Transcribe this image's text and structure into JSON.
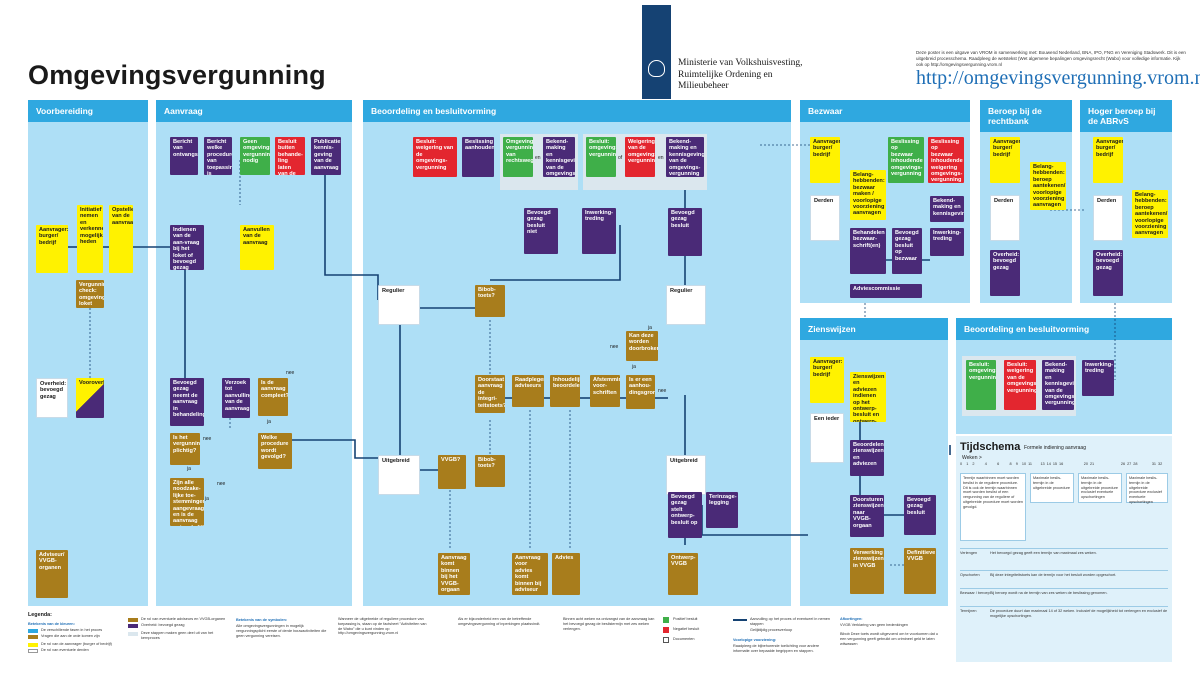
{
  "header": {
    "title": "Omgevingsvergunning",
    "ministry": [
      "Ministerie van Volkshuisvesting,",
      "Ruimtelijke Ordening en",
      "Milieubeheer"
    ],
    "intro": "Deze poster is een uitgave van VROM in samenwerking met: Bouwend Nederland, BNA, IPO, FNG en Vereniging Stadswerk. Dit is een uitgebreid processchema. Raadpleeg de wetstekst (Wet algemene bepalingen omgevingsrecht (Wabo) voor volledige informatie. Kijk ook op http://omgevingsvergunning.vrom.nl",
    "url": "http://omgevingsvergunning.vrom.nl"
  },
  "phases": {
    "voorbereiding": "Voorbereiding",
    "aanvraag": "Aanvraag",
    "beoordeling": "Beoordeling en besluitvorming",
    "bezwaar": "Bezwaar",
    "beroep": "Beroep bij de rechtbank",
    "hoger": "Hoger beroep bij de ABRvS",
    "zienswijzen": "Zienswijzen",
    "beoordeling2": "Beoordeling en besluitvorming"
  },
  "voorbereiding": {
    "aanvrager": "Aanvrager: burger/ bedrijf",
    "initiatief": "Initiatief nemen en verkennen mogelijk-heden",
    "opstellen": "Opstellen van de aanvraag",
    "vergunningcheck": "Vergunning check: omgevings-loket online",
    "overheid": "Overheid: bevoegd gezag",
    "vooroverleg": "Vooroverleg",
    "adviseur": "Adviseur/ VVGB-organen"
  },
  "aanvraag": {
    "top": [
      "Bericht van ontvangst",
      "Bericht welke procedure van toepassing is",
      "Geen omgevings-vergunning nodig",
      "Besluit buiten behande-ling laten van de aanvraag",
      "Publicatie: kennis-geving van de aanvraag"
    ],
    "indienen": "Indienen van de aan-vraag bij het loket of bevoegd gezag",
    "aanvullen": "Aanvullen van de aanvraag",
    "bevoegd": "Bevoegd gezag neemt de aanvraag in behandeling",
    "verzoek": "Verzoek tot aanvulling van de aanvraag",
    "compleet": "Is de aanvraag compleet?",
    "plichtig": "Is het vergunning-plichtig?",
    "wordt": "Welke procedure wordt gevolgd?",
    "zijn": "Zijn alle noodzake-lijke toe-stemmingen aangevraagd en is de aanvraag ontvankelijk?"
  },
  "beoordeling": {
    "top": [
      "Besluit: weigering van de omgevings-vergunning",
      "Beslissing aanhouden",
      "Omgevings-vergunning van rechtswege",
      "Bekend-making en kennisgeving van de omgevings-vergunning",
      "Besluit: omgevings-vergunning",
      "Weigering van de omgevings-vergunning",
      "Bekend-making en kennisgeving van de omgevings-vergunning"
    ],
    "besluitniet": "Bevoegd gezag besluit niet",
    "inwerking": "Inwerking-treding",
    "besluit": "Bevoegd gezag besluit",
    "regulier": "Regulier",
    "uitgebreid": "Uitgebreid",
    "bibob": "Bibob-toets?",
    "doorstaat": "Doorstaat aanvraag de integri-teitstoets?",
    "adviseurs": "Raadplegen adviseurs",
    "inhoud": "Inhoudelijk beoordelen",
    "afstemming": "Afstemming voor-schriften",
    "sprake": "Is er een aanhou-dingsgrond?",
    "kandeze": "Kan deze worden doorbroken?",
    "vvgb": "VVGB?",
    "ontwerp": "Bevoegd gezag stelt ontwerp-besluit op",
    "terinzage": "Terinzage-legging",
    "bottom": [
      "Aanvraag komt binnen bij het VVGB-orgaan",
      "Aanvraag voor advies komt binnen bij adviseur",
      "Advies",
      "Ontwerp-VVGB"
    ]
  },
  "bezwaar": {
    "aanvrager": "Aanvrager: burger/ bedrijf",
    "belang": "Belang-hebbenden: bezwaar maken / voorlopige voorziening aanvragen",
    "derden": "Derden",
    "behandelen": "Behandelen bezwaar-schrift(en)",
    "bevoegd": "Bevoegd gezag besluit op bezwaar",
    "beslissing": "Beslissing op bezwaar inhoudende omgevings-vergunning",
    "beslissing2": "Beslissing op bezwaar inhoudende weigering omgevings-vergunning",
    "bekend": "Bekend-making en kennisgeving",
    "inwerking": "Inwerking-treding",
    "commissie": "Adviescommissie"
  },
  "beroep": {
    "aanvrager": "Aanvrager: burger/ bedrijf",
    "belang": "Belang-hebbenden: beroep aantekenen/ voorlopige voorziening aanvragen",
    "derden": "Derden",
    "overheid": "Overheid: bevoegd gezag"
  },
  "hoger": {
    "aanvrager": "Aanvrager: burger/ bedrijf",
    "belang": "Belang-hebbenden: beroep aantekenen/ voorlopige voorziening aanvragen",
    "derden": "Derden",
    "overheid": "Overheid: bevoegd gezag"
  },
  "zienswijzen": {
    "aanvrager": "Aanvrager: burger/ bedrijf",
    "eenieder": "Een ieder",
    "indienen": "Zienswijzen en adviezen indienen op het ontwerp-besluit en ontwerp-VVGB",
    "beoordelen": "Beoordelen zienswijzen en adviezen",
    "doorsturen": "Doorsturen zienswijzen naar VVGB-orgaan",
    "bevoegd": "Bevoegd gezag besluit",
    "verwerking": "Verwerking zienswijzen in VVGB",
    "definitief": "Definitieve VVGB"
  },
  "beoordeling2": {
    "besluit": "Besluit: omgevings-vergunning",
    "weigering": "Besluit: weigering van de omgevings-vergunning",
    "bekend": "Bekend-making en kennisgeving van de omgevings-vergunning",
    "inwerking": "Inwerking-treding"
  },
  "tijdschema": {
    "title": "Tijdschema",
    "subtitle": "Formele indiening aanvraag",
    "weken": "Weken >",
    "ticks": [
      "0",
      "1",
      "2",
      "4",
      "6",
      "8",
      "9",
      "10",
      "11",
      "13",
      "14",
      "15",
      "16",
      "20",
      "21",
      "26",
      "27",
      "28",
      "31",
      "32"
    ],
    "cols": [
      "Termijn waarbinnen moet worden beslist in de reguliere procedure. Dit is ook de termijn waarbinnen moet worden beslist of een vergunning van de reguliere of uitgebreide procedure moet worden gevolgd.",
      "Maximale beslis-termijn in de uitgebreide procedure",
      "Maximale beslis-termijn in de uitgebreide procedure exclusief eventuele opschortingen",
      "Maximale beslis-termijn in de uitgebreide procedure exclusief eventuele opschortingen"
    ],
    "rows": [
      {
        "k": "Verlengen",
        "v": "Het bevoegd gezag geeft een termijn van maximaal zes weken."
      },
      {
        "k": "Opschorten",
        "v": "Bij deze integriteitstoets kan de termijn voor het besluit worden opgeschort."
      },
      {
        "k": "Bezwaar / beroep",
        "v": "Bij beroep wordt na de termijn van zes weken de beslissing genomen."
      },
      {
        "k": "Termijnen",
        "v": "De procedure duurt dan maximaal 14 of 32 weken. Inclusief de mogelijkheid tot verlengen en exclusief de mogelijke opschortingen."
      }
    ]
  },
  "legend": {
    "title": "Legenda:",
    "kleuren": "Betekenis van de kleuren:",
    "items": [
      "De verschillende fasen in het proces",
      "Vragen die aan de orde komen zijn",
      "De rol van de aanvrager (burger of bedrijf)",
      "De rol van eventuele derden",
      "De rol van eventuele adviseurs en VVGB-organen",
      "Overheid: bevoegd gezag",
      "Deze stappen maken geen deel uit van het kernproces"
    ],
    "symbolen": "Betekenis van de symbolen:",
    "besluit": "Positief besluit",
    "negatief": "Negatief besluit",
    "documenten": "Documenten",
    "nummers": "Aanvulling op het proces of eventueel in nemen stappen",
    "gelijktijdig": "Gelijktijdig procesverloop",
    "voorlopig": "Voorlopige voorziening:",
    "voorlopigtext": "Raadpleeg de bijbehorende toelichting voor andere informatie over bepaalde begrippen en stappen.",
    "afk": "Afkortingen:",
    "afk1": "VVGB   Verklaring van geen bedenkingen",
    "afk2": "Bibob   Deze toets wordt uitgevoerd om te voorkomen dat u een vergunning geeft gebruikt om crimineel geld te laten witwassen",
    "texts": [
      "Alle omgevingsvergunningen in mogelijk vergunningsplicht eerste of derde bouwactiviteiten die geen vergunning vereisen.",
      "Wanneer de uitgebreide of reguliere procedure van toepassing is, staan op de factsheet \"Activiteiten van de Wabo\" die u kunt vinden op http://omgevingsvergunning.vrom.nl",
      "Als er bijzonderheid een van de betreffende omgevingsvergunning of inperkingen plaatsvindt.",
      "Binnen acht weken na ontvangst van de aanvraag kan het bevoegd gezag de beslistermijn met zes weken verlengen."
    ]
  },
  "words": {
    "nee": "nee",
    "ja": "ja"
  },
  "colors": {
    "accent": "#2fa8e0",
    "panel": "#aedff6",
    "purple": "#4a2a77",
    "brown": "#a87d1c",
    "yellow": "#fff200",
    "red": "#e3262f",
    "green": "#3faf49",
    "url": "#1f6fb6"
  }
}
